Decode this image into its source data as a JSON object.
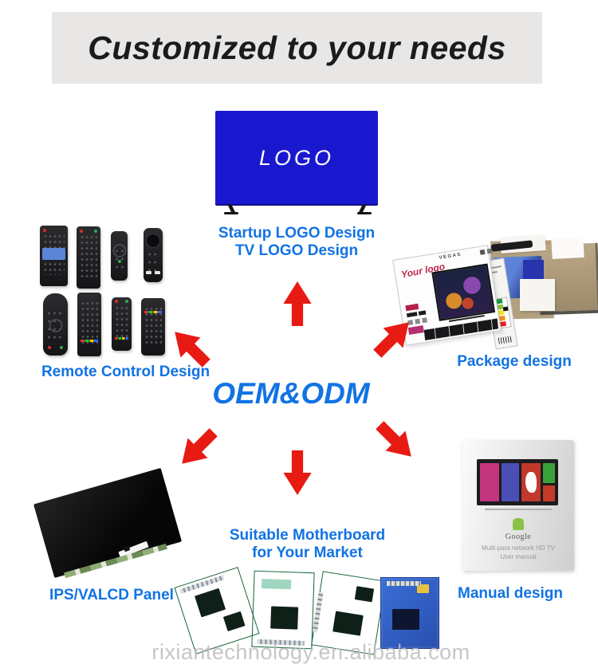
{
  "header": {
    "title": "Customized to your needs"
  },
  "center": {
    "label": "OEM&ODM"
  },
  "tv": {
    "screen_text": "LOGO",
    "caption_line1": "Startup LOGO Design",
    "caption_line2": "TV LOGO Design"
  },
  "remotes": {
    "caption": "Remote Control Design",
    "count": 8
  },
  "package": {
    "caption": "Package design",
    "box_brand": "Your logo",
    "box_model": "VEGAS"
  },
  "panel": {
    "caption": "IPS/VALCD Panel"
  },
  "motherboard": {
    "caption_line1": "Suitable Motherboard",
    "caption_line2": "for Your Market",
    "board_count": 4
  },
  "manual": {
    "caption": "Manual design",
    "page_text": {
      "brand": "Google",
      "line1": "Multi-para network HD TV",
      "line2": "User manual"
    }
  },
  "watermark": "rixiantechnology.en.alibaba.com",
  "icons": {
    "arrows": [
      "up",
      "upper-left",
      "upper-right",
      "lower-left",
      "down",
      "lower-right"
    ]
  },
  "colors": {
    "accent": "#1173e4",
    "arrow": "#e81a14",
    "tv_blue": "#1a18cf",
    "header_bg": "#e9e6e6",
    "watermark_gray": "#bdbdbd"
  }
}
